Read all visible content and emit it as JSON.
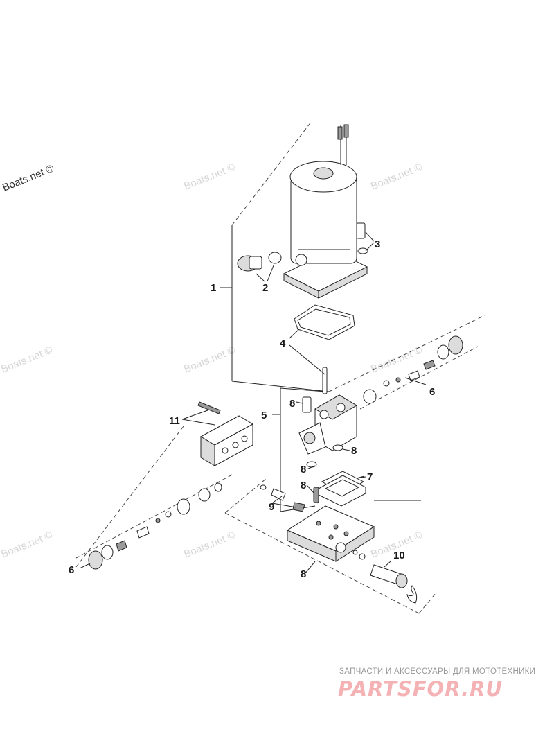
{
  "watermark": {
    "primary": "Boats.net ©",
    "faint": "Boats.net ©"
  },
  "branding": {
    "subtitle": "ЗАПЧАСТИ И АКСЕССУАРЫ ДЛЯ МОТОТЕХНИКИ",
    "logo": "PARTSFOR.RU"
  },
  "callouts": [
    "1",
    "2",
    "3",
    "4",
    "5",
    "6",
    "6",
    "7",
    "8",
    "8",
    "8",
    "8",
    "8",
    "9",
    "10",
    "11"
  ],
  "colors": {
    "line": "#222222",
    "logo": "#f4b2b5",
    "watermark": "#d6d6d6"
  }
}
